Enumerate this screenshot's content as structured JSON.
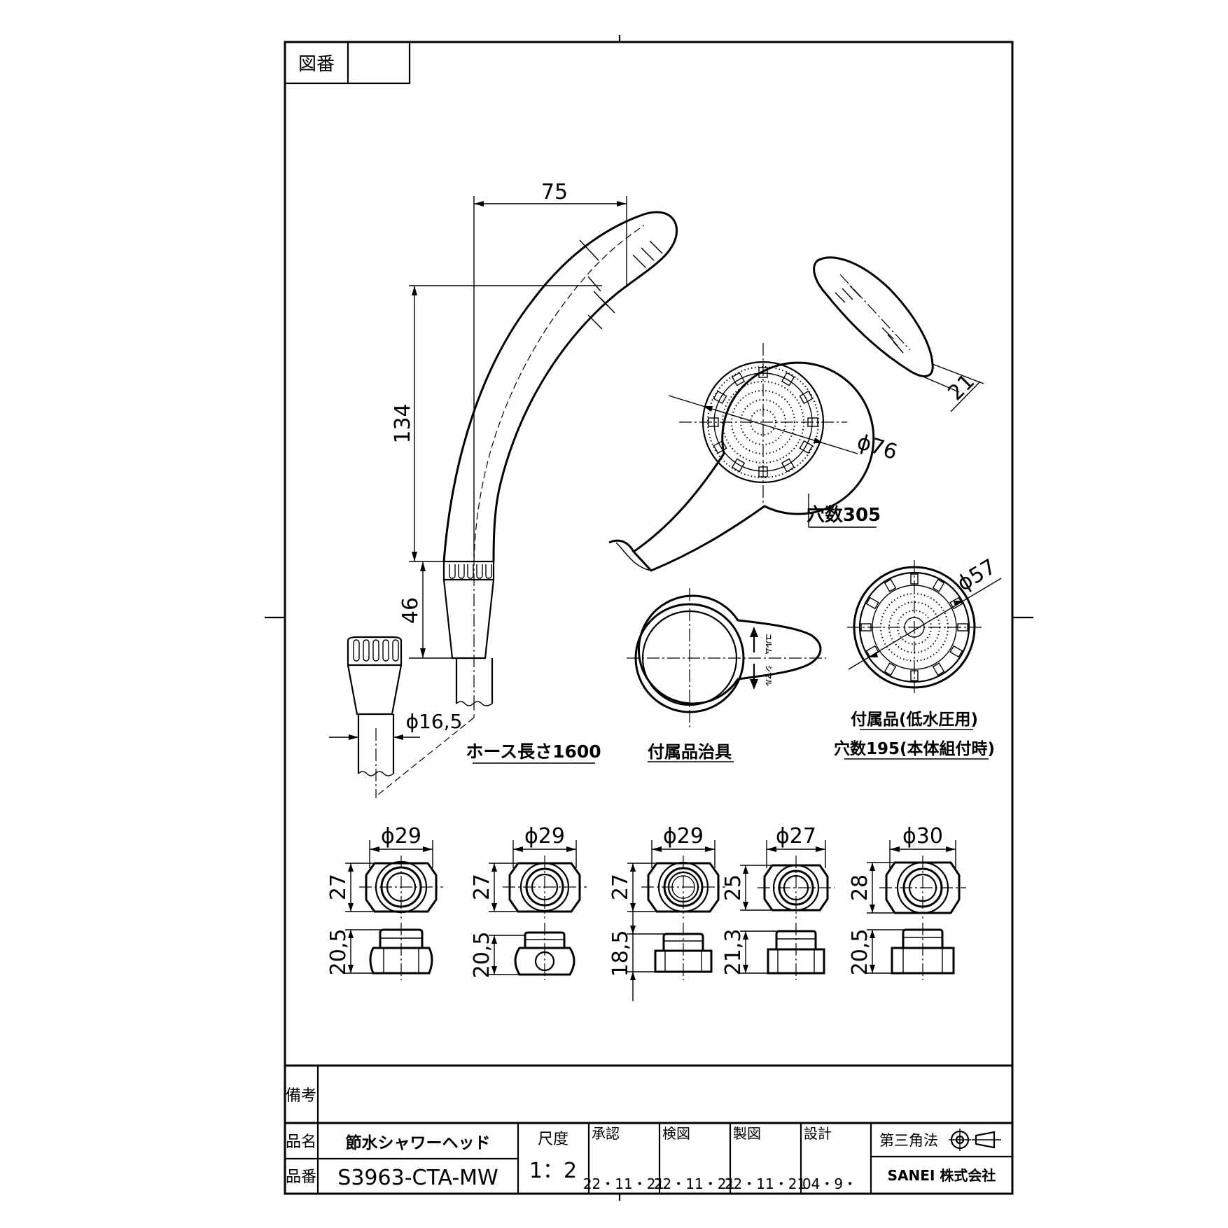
{
  "title_block": {
    "drawing_no_label": "図番",
    "drawing_no_value": "",
    "remarks_label": "備考",
    "remarks_value": "",
    "product_name_label": "品名",
    "product_name": "節水シャワーヘッド",
    "product_no_label": "品番",
    "product_no": "S3963-CTA-MW",
    "scale_label": "尺度",
    "scale": "1：2",
    "approval_label": "承認",
    "approval_date": "22・11・21",
    "check_label": "検図",
    "check_date": "22・11・21",
    "draw_label": "製図",
    "draw_date": "22・11・21",
    "design_label": "設計",
    "design_date": "04・9・",
    "projection": "第三角法",
    "company": "SANEI 株式会社"
  },
  "main_view": {
    "dim_width": "75",
    "dim_head_height": "134",
    "dim_grip_height": "46",
    "dim_hose_dia": "ϕ16,5",
    "hose_label": "ホース長さ1600"
  },
  "head_view": {
    "dim_21": "21",
    "dim_face_dia": "ϕ76",
    "holes_label": "穴数305"
  },
  "tool_view": {
    "label": "付属品治具",
    "arrow_top": "ユルム",
    "arrow_bottom": "シマル"
  },
  "accessory_view": {
    "dim_dia": "ϕ57",
    "label_1": "付属品(低水圧用)",
    "label_2": "穴数195(本体組付時)"
  },
  "adapters": [
    {
      "dia": "ϕ29",
      "height": "27",
      "length": "20,5"
    },
    {
      "dia": "ϕ29",
      "height": "27",
      "length": "20,5"
    },
    {
      "dia": "ϕ29",
      "height": "27",
      "length": "18,5"
    },
    {
      "dia": "ϕ27",
      "height": "25",
      "length": "21,3"
    },
    {
      "dia": "ϕ30",
      "height": "28",
      "length": "20,5"
    }
  ]
}
